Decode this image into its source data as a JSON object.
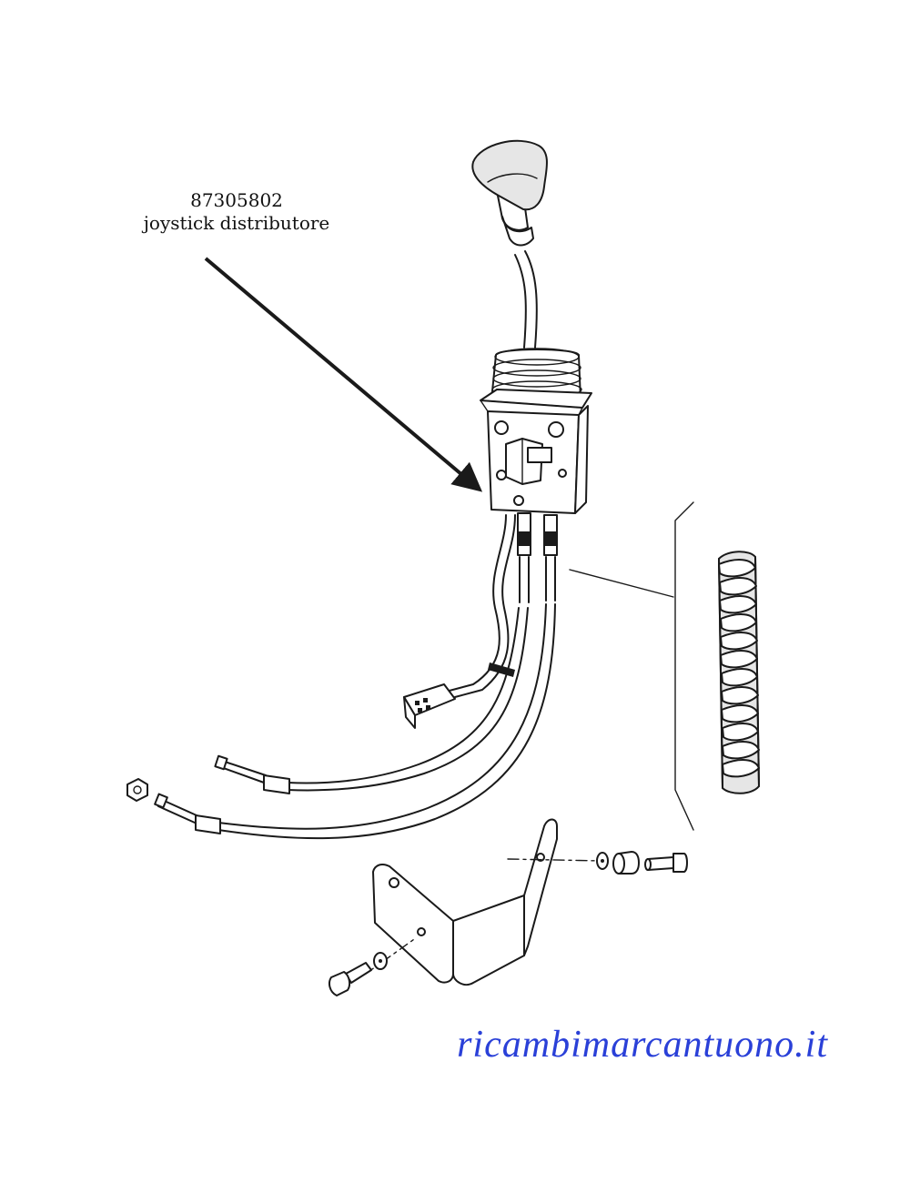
{
  "callout": {
    "part_number": "87305802",
    "description": "joystick distributore"
  },
  "watermark": {
    "text": "ricambimarcantuono.it",
    "color": "#2a40d8"
  }
}
